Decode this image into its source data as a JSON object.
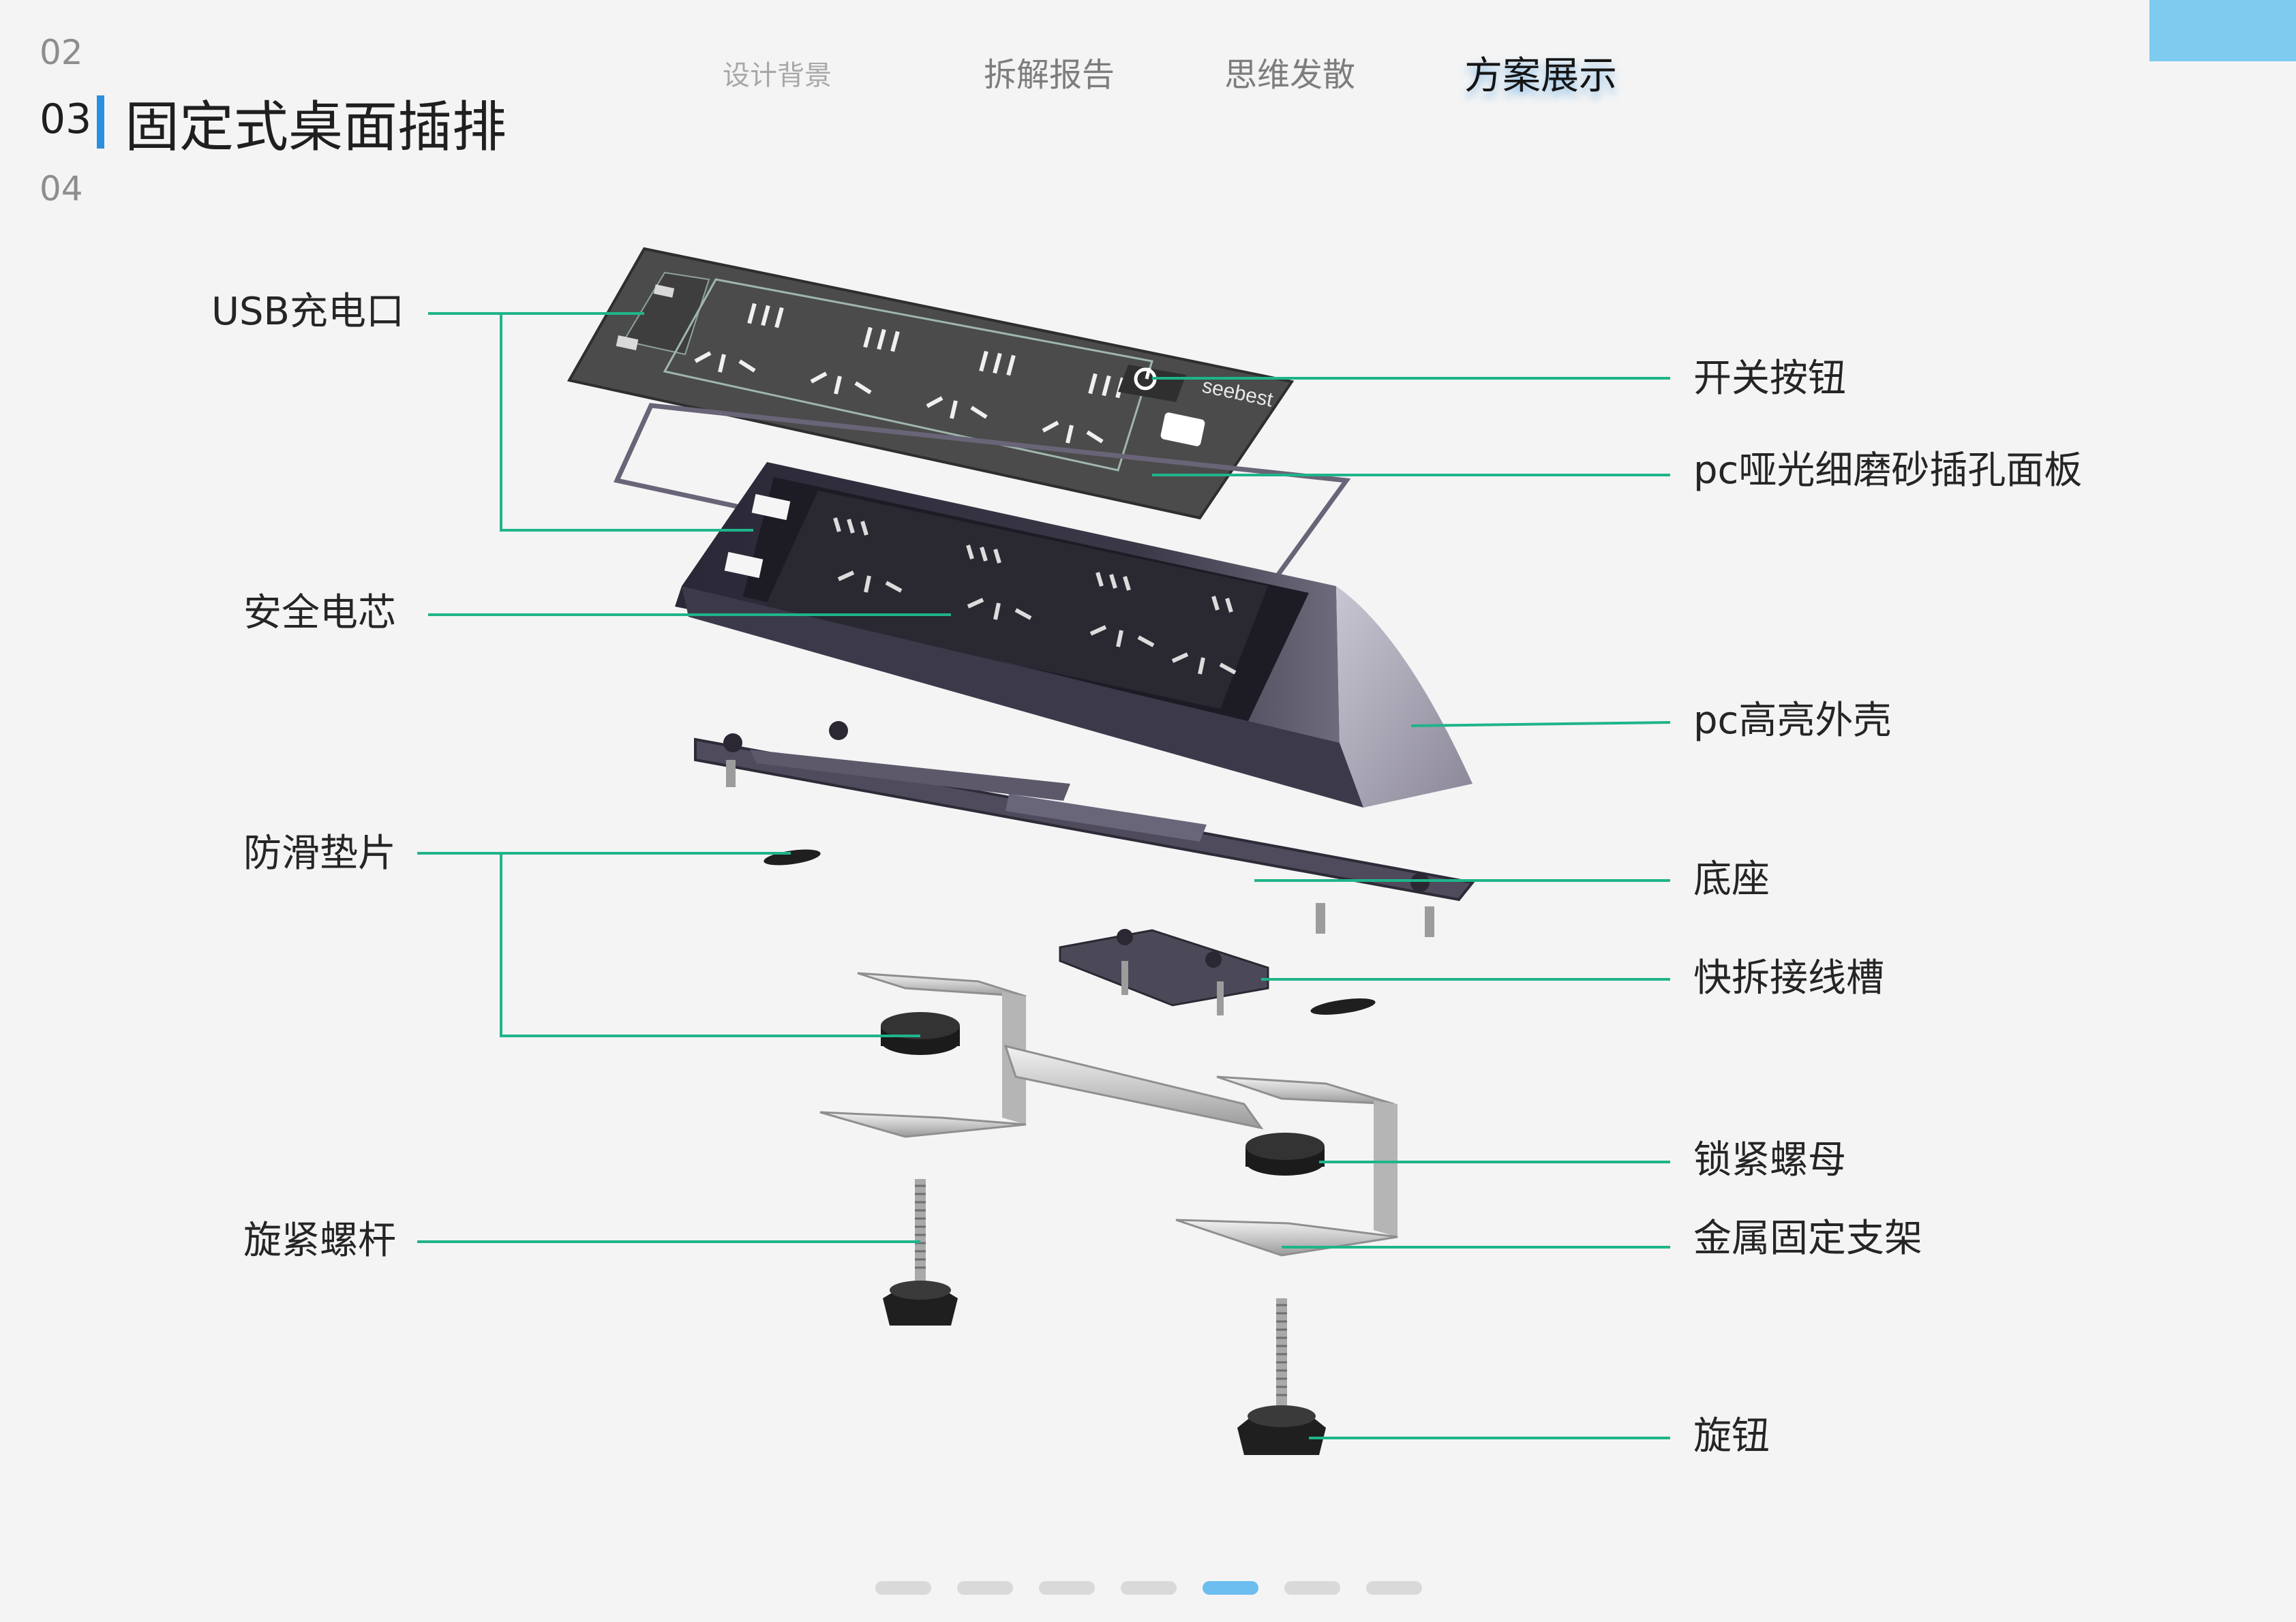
{
  "sections": {
    "prev": "02",
    "current": "03",
    "next": "04"
  },
  "page_title": "固定式桌面插排",
  "nav": {
    "tabs": [
      {
        "label": "设计背景"
      },
      {
        "label": "拆解报告"
      },
      {
        "label": "思维发散"
      },
      {
        "label": "方案展示"
      }
    ],
    "active_index": 3
  },
  "brand_mark": "seebest",
  "labels_left": {
    "usb_port": "USB充电口",
    "safety_core": "安全电芯",
    "anti_slip_pad": "防滑垫片",
    "tightening_screw": "旋紧螺杆"
  },
  "labels_right": {
    "power_button": "开关按钮",
    "matte_panel": "pc哑光细磨砂插孔面板",
    "glossy_shell": "pc高亮外壳",
    "base": "底座",
    "cable_slot": "快拆接线槽",
    "lock_nut": "锁紧螺母",
    "metal_bracket": "金属固定支架",
    "knob": "旋钮"
  },
  "pagination": {
    "total": 7,
    "active_index": 4
  },
  "colors": {
    "leader_line": "#1fb48a",
    "accent": "#2b8fe0",
    "corner_tab": "#7ecbef",
    "panel": "#4a4a4a",
    "shell": "#2e2b3a"
  }
}
